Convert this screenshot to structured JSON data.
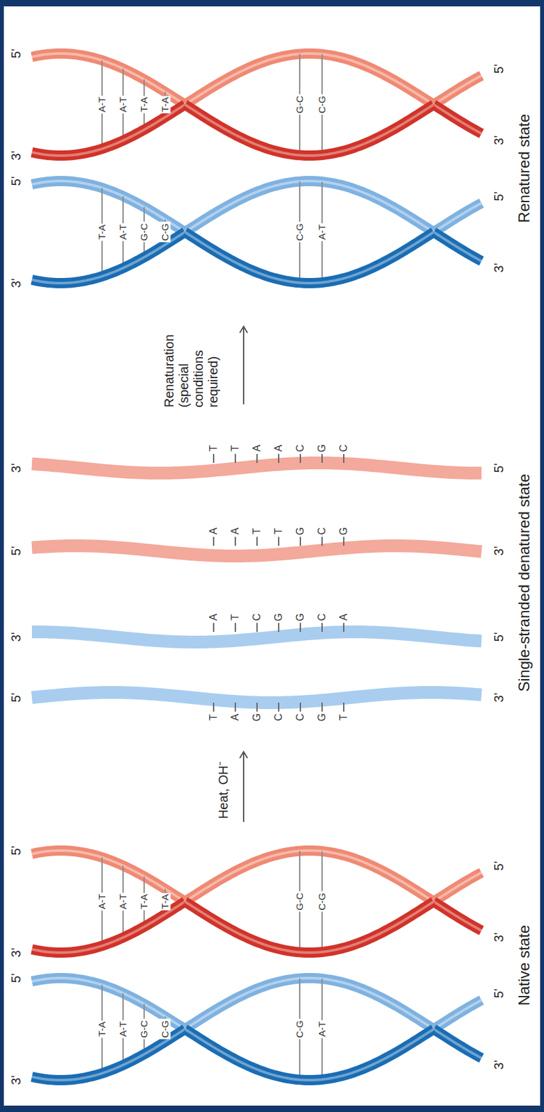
{
  "diagram": {
    "labels": [
      "3'",
      "5'",
      "T-A",
      "A-T",
      "G-C",
      "C-G",
      "C-G",
      "A-T",
      "3'",
      "5'",
      "3'",
      "5'",
      "A-T",
      "A-T",
      "T-A",
      "T-A",
      "G-C",
      "C-G",
      "3'",
      "5'",
      "3'",
      "5'",
      "T-A",
      "A-T",
      "G-C",
      "C-G",
      "C-G",
      "A-T",
      "3'",
      "5'",
      "3'",
      "5'",
      "A-T",
      "A-T",
      "T-A",
      "T-A",
      "G-C",
      "C-G",
      "3'",
      "5'",
      "5'",
      "T",
      "A",
      "G",
      "C",
      "C",
      "G",
      "T",
      "3'",
      "3'",
      "A",
      "T",
      "C",
      "G",
      "G",
      "C",
      "A",
      "5'",
      "5'",
      "A",
      "A",
      "T",
      "T",
      "G",
      "C",
      "G",
      "3'",
      "3'",
      "T",
      "T",
      "A",
      "A",
      "C",
      "G",
      "C",
      "5'",
      "Heat, OH⁻",
      "Renaturation (special conditions required)",
      "Native state",
      "Single-stranded denatured state",
      "Renatured state"
    ]
  }
}
